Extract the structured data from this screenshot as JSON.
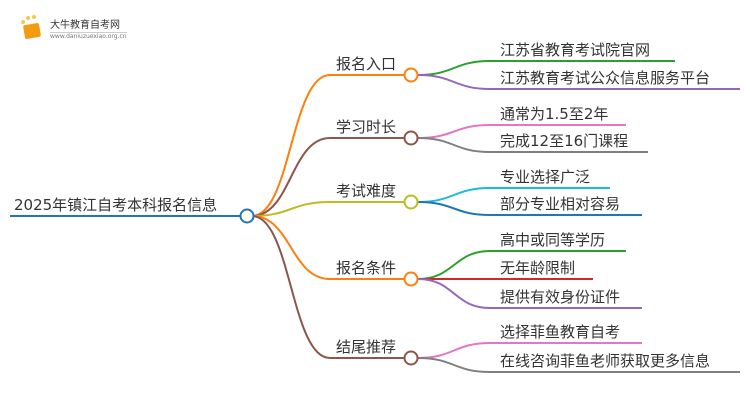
{
  "logo": {
    "title": "大牛教育自考网",
    "url": "www.daniuzuexiao.org.cn"
  },
  "root": {
    "label": "2025年镇江自考本科报名信息",
    "color": "#1f77b4"
  },
  "branches": [
    {
      "label": "报名入口",
      "color": "#ff7f0e",
      "children": [
        {
          "label": "江苏省教育考试院官网",
          "color": "#2ca02c"
        },
        {
          "label": "江苏教育考试公众信息服务平台",
          "color": "#9467bd"
        }
      ]
    },
    {
      "label": "学习时长",
      "color": "#8c564b",
      "children": [
        {
          "label": "通常为1.5至2年",
          "color": "#e377c2"
        },
        {
          "label": "完成12至16门课程",
          "color": "#7f7f7f"
        }
      ]
    },
    {
      "label": "考试难度",
      "color": "#bcbd22",
      "children": [
        {
          "label": "专业选择广泛",
          "color": "#17becf"
        },
        {
          "label": "部分专业相对容易",
          "color": "#1f77b4"
        }
      ]
    },
    {
      "label": "报名条件",
      "color": "#ff7f0e",
      "children": [
        {
          "label": "高中或同等学历",
          "color": "#2ca02c"
        },
        {
          "label": "无年龄限制",
          "color": "#d62728"
        },
        {
          "label": "提供有效身份证件",
          "color": "#9467bd"
        }
      ]
    },
    {
      "label": "结尾推荐",
      "color": "#8c564b",
      "children": [
        {
          "label": "选择菲鱼教育自考",
          "color": "#e377c2"
        },
        {
          "label": "在线咨询菲鱼老师获取更多信息",
          "color": "#7f7f7f"
        }
      ]
    }
  ]
}
